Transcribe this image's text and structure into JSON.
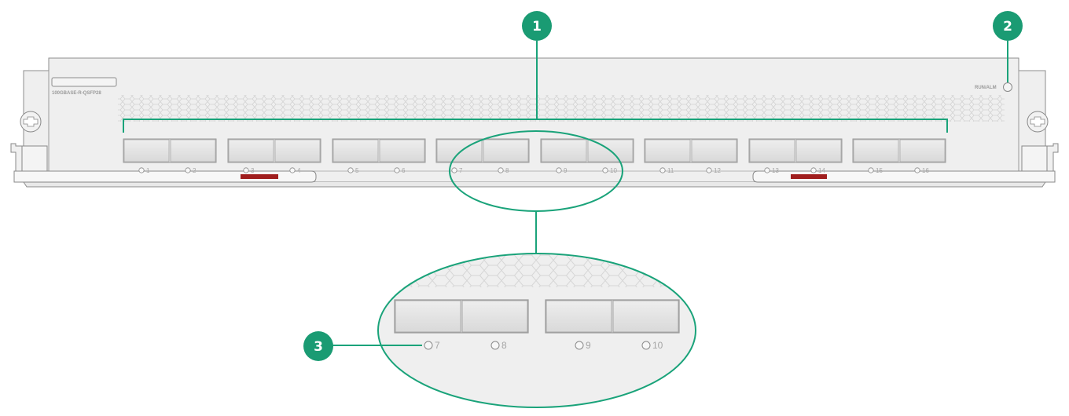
{
  "panel": {
    "model": "100GBASE-R-QSFP28",
    "status_led_label": "RUN/ALM"
  },
  "ports": [
    "1",
    "2",
    "3",
    "4",
    "5",
    "6",
    "7",
    "8",
    "9",
    "10",
    "11",
    "12",
    "13",
    "14",
    "15",
    "16"
  ],
  "zoom_ports": [
    "7",
    "8",
    "9",
    "10"
  ],
  "callouts": {
    "c1": "1",
    "c2": "2",
    "c3": "3"
  },
  "colors": {
    "callout_fill": "#1a9b73",
    "callout_line": "#1aa37a",
    "ejector_red": "#a01e1e",
    "panel_fill": "#efefef"
  }
}
